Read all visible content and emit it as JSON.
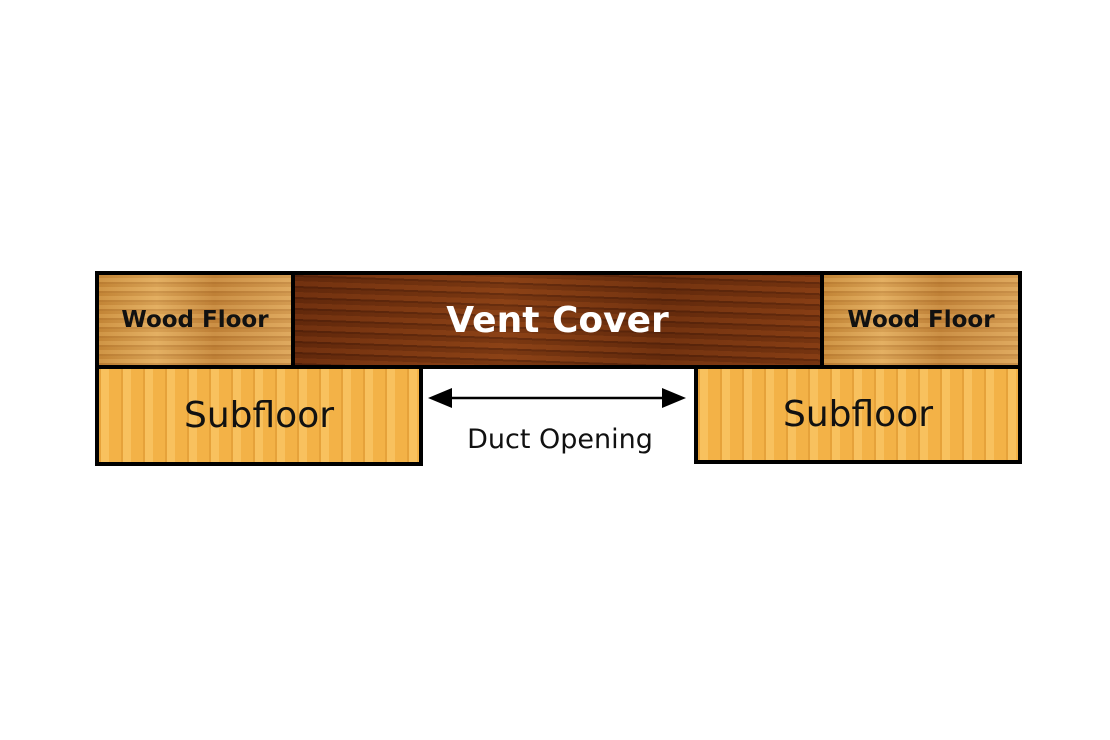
{
  "labels": {
    "wood_floor_left": "Wood Floor",
    "vent_cover": "Vent Cover",
    "wood_floor_right": "Wood Floor",
    "subfloor_left": "Subfloor",
    "subfloor_right": "Subfloor",
    "duct_opening": "Duct Opening"
  },
  "colors": {
    "vent_cover": "#7a3512",
    "wood_floor": "#d49a4a",
    "subfloor": "#f6b84e",
    "outline": "#000000"
  }
}
